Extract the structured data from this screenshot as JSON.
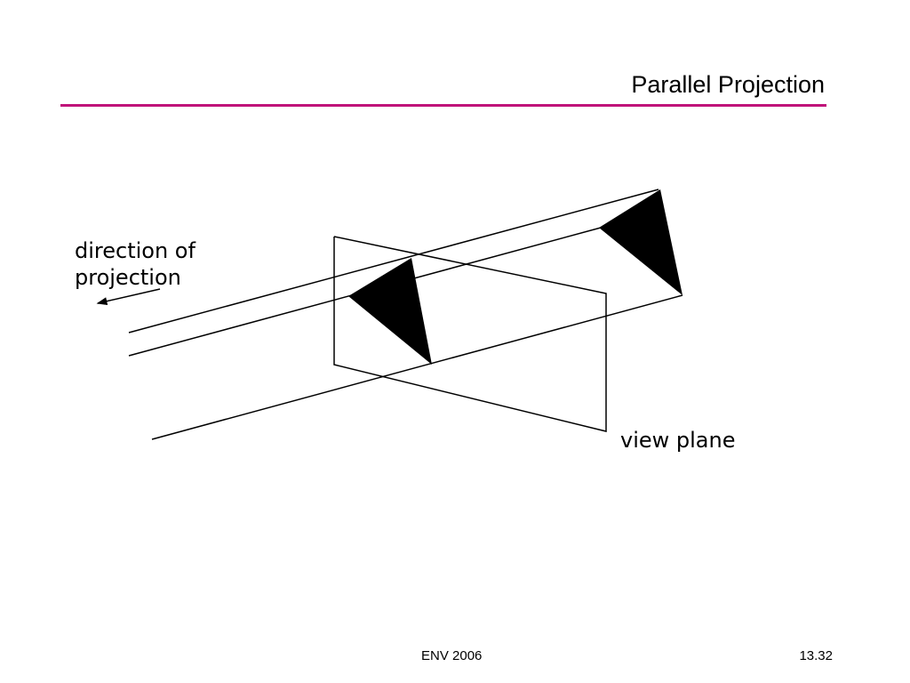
{
  "slide": {
    "title": "Parallel Projection",
    "accent_color": "#c0137a",
    "labels": {
      "direction_line1": "direction of",
      "direction_line2": "projection",
      "view_plane": "view plane"
    },
    "footer": {
      "center": "ENV 2006",
      "page_number": "13.32"
    }
  },
  "diagram": {
    "elements": [
      "view-plane-outline",
      "projected-triangle",
      "object-triangle",
      "projector-lines",
      "direction-arrow"
    ],
    "stroke_color": "#000000",
    "fill_color": "#000000"
  }
}
